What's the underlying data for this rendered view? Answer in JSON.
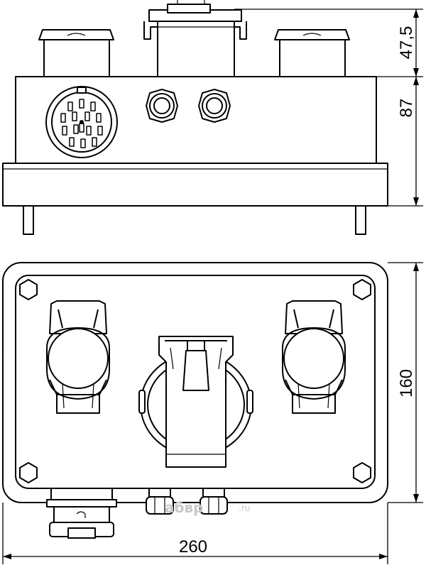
{
  "dimensions": {
    "top_height_upper": "47,5",
    "top_height_body": "87",
    "front_height": "160",
    "front_width": "260"
  },
  "watermark": {
    "brand": "aбвр",
    "suffix": ".ru"
  }
}
